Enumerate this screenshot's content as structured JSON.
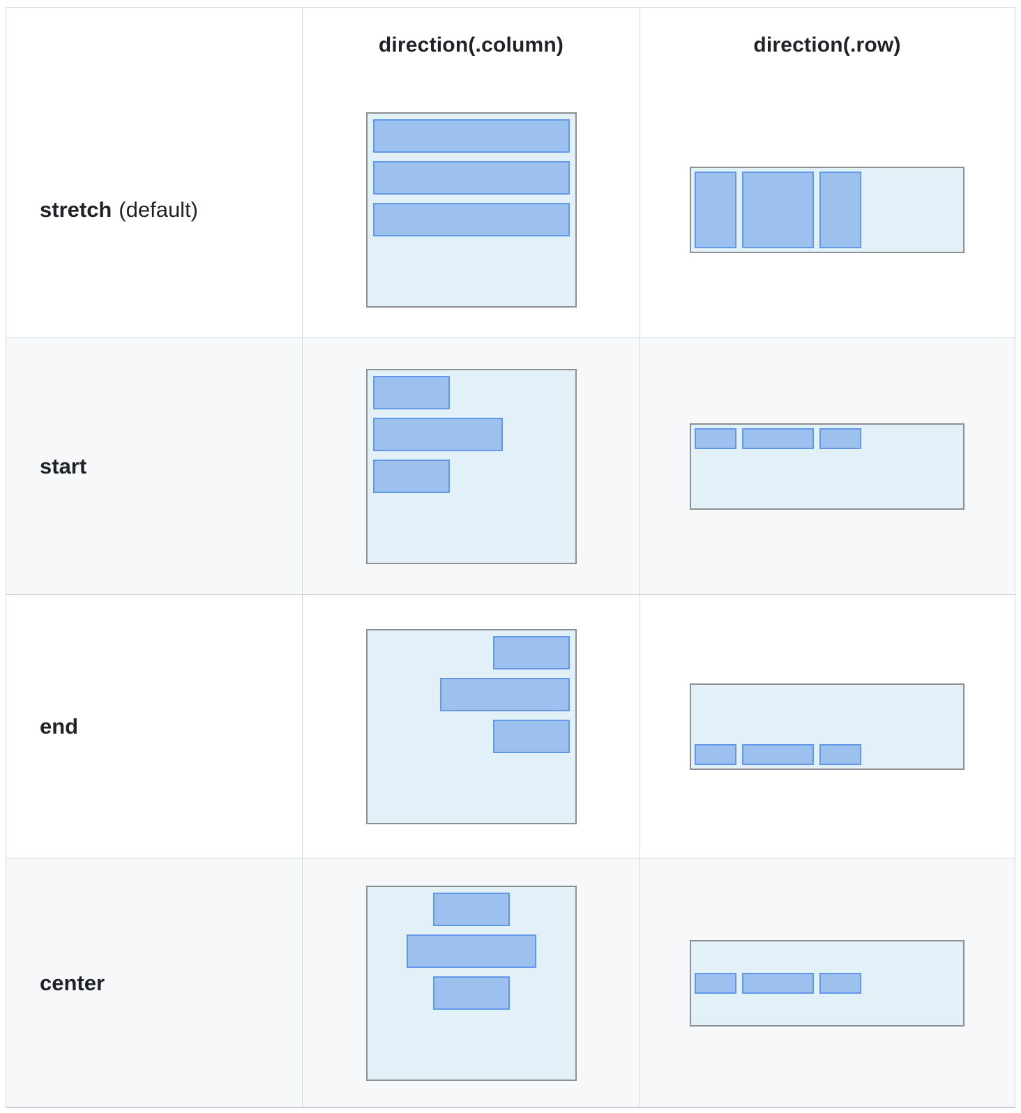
{
  "table": {
    "columns": [
      {
        "id": "alignment",
        "label": ""
      },
      {
        "id": "column",
        "label": "direction(.column)"
      },
      {
        "id": "row",
        "label": "direction(.row)"
      }
    ],
    "rows": [
      {
        "name": "stretch",
        "suffix": "(default)",
        "alignment": "stretch"
      },
      {
        "name": "start",
        "suffix": "",
        "alignment": "start"
      },
      {
        "name": "end",
        "suffix": "",
        "alignment": "end"
      },
      {
        "name": "center",
        "suffix": "",
        "alignment": "center"
      }
    ]
  },
  "diagram": {
    "column_direction": {
      "item_widths": [
        110,
        186,
        110
      ],
      "item_height": 48,
      "item_count": 3
    },
    "row_direction": {
      "item_widths": [
        60,
        103,
        60
      ],
      "item_height": 30,
      "item_count": 3
    }
  },
  "colors": {
    "container_fill": "#e2f0f7",
    "container_border": "#8c9094",
    "item_fill": "#9cc1ee",
    "item_border": "#6397e7",
    "table_border": "#d0d7de",
    "alt_row_background": "#f6f8fa",
    "text": "#1f2328"
  }
}
